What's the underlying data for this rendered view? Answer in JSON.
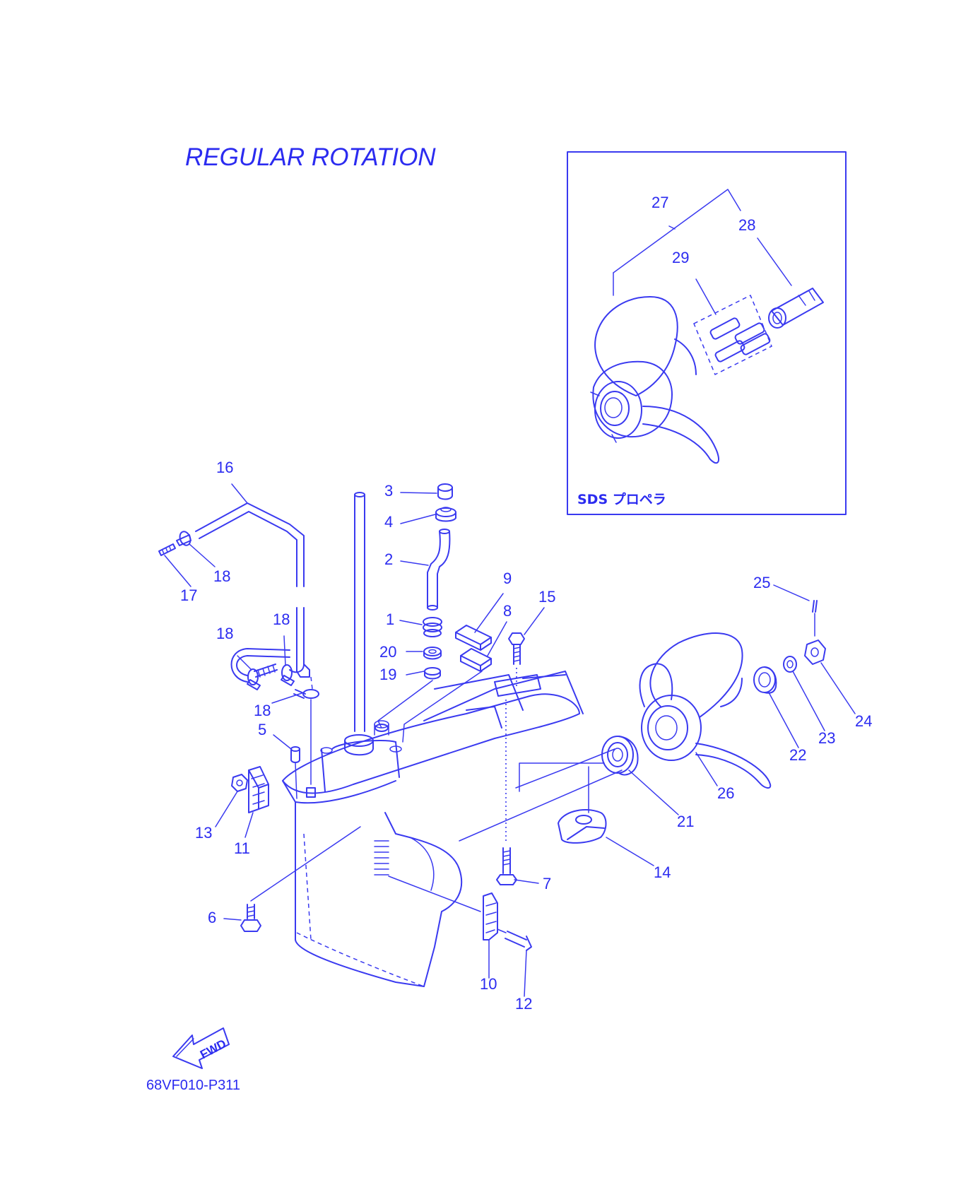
{
  "diagram": {
    "title": "REGULAR ROTATION",
    "inset_caption": "SDS プロペラ",
    "drawing_code": "68VF010-P311",
    "direction_arrow_label": "FWD",
    "line_color": "#3a3af0",
    "text_color": "#2b2bf0"
  },
  "parts": [
    {
      "number": "1"
    },
    {
      "number": "2"
    },
    {
      "number": "3"
    },
    {
      "number": "4"
    },
    {
      "number": "5"
    },
    {
      "number": "6"
    },
    {
      "number": "7"
    },
    {
      "number": "8"
    },
    {
      "number": "9"
    },
    {
      "number": "10"
    },
    {
      "number": "11"
    },
    {
      "number": "12"
    },
    {
      "number": "13"
    },
    {
      "number": "14"
    },
    {
      "number": "15"
    },
    {
      "number": "16"
    },
    {
      "number": "17"
    },
    {
      "number": "18"
    },
    {
      "number": "19"
    },
    {
      "number": "20"
    },
    {
      "number": "21"
    },
    {
      "number": "22"
    },
    {
      "number": "23"
    },
    {
      "number": "24"
    },
    {
      "number": "25"
    },
    {
      "number": "26"
    },
    {
      "number": "27"
    },
    {
      "number": "28"
    },
    {
      "number": "29"
    }
  ]
}
